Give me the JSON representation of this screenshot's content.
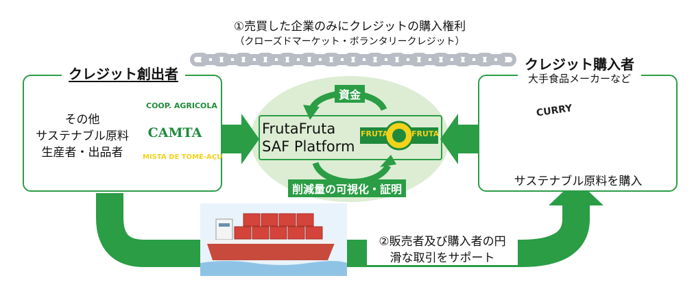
{
  "top_caption": {
    "line1": "①売買した企業のみにクレジットの購入権利",
    "line2": "（クローズドマーケット・ボランタリークレジット）"
  },
  "creator": {
    "heading": "クレジット創出者",
    "line1": "その他",
    "line2": "サステナブル原料",
    "line3": "生産者・出品者",
    "seal": {
      "top": "COOP. AGRICOLA",
      "center": "CAMTA",
      "bottom": "MISTA DE TOMÉ-AÇU"
    }
  },
  "platform": {
    "line1": "FrutaFruta",
    "line2": "SAF  Platform",
    "logo_left": "FRUTA",
    "logo_right": "FRUTA",
    "label_funds": "資金",
    "label_reduction": "削減量の可視化・証明"
  },
  "buyer": {
    "heading": "クレジット購入者",
    "subheading": "大手食品メーカーなど",
    "product_label": "CURRY",
    "caption": "サステナブル原料を購入"
  },
  "bottom_caption": {
    "line1": "②販売者及び購入者の円",
    "line2": "滑な取引をサポート"
  },
  "colors": {
    "green": "#2a9d45",
    "light_green": "#dcedd3",
    "seal_yellow": "#f2d21b",
    "seal_green": "#1f8a3c",
    "chain": "#b8bcc4",
    "ship_hull": "#c74a3c",
    "container": "#d4443a"
  }
}
